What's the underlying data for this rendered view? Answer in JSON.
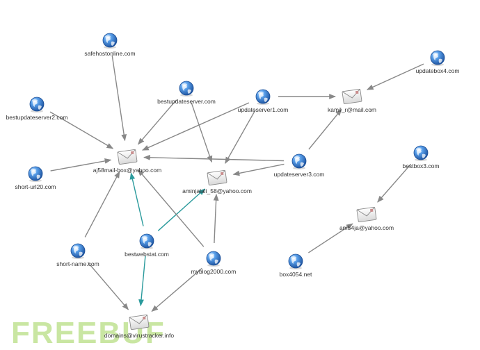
{
  "colors": {
    "edge_default": "#888888",
    "edge_highlight": "#2a9a9c",
    "globe": "#2f78d0",
    "watermark": "#c9e6a2"
  },
  "watermark": "FREEBUF",
  "nodes": [
    {
      "id": "safehostonline",
      "label": "safehostonline.com",
      "kind": "domain"
    },
    {
      "id": "updatebox4",
      "label": "updatebox4.com",
      "kind": "domain"
    },
    {
      "id": "bestupdateserver2",
      "label": "bestupdateserver2.com",
      "kind": "domain"
    },
    {
      "id": "bestupdateserver",
      "label": "bestupdateserver.com",
      "kind": "domain"
    },
    {
      "id": "updateserver1",
      "label": "updateserver1.com",
      "kind": "domain"
    },
    {
      "id": "kamil",
      "label": "kamil_r@mail.com",
      "kind": "email"
    },
    {
      "id": "aj58",
      "label": "aj58mail-box@yahoo.com",
      "kind": "email"
    },
    {
      "id": "shorturl20",
      "label": "short-url20.com",
      "kind": "domain"
    },
    {
      "id": "updateserver3",
      "label": "updateserver3.com",
      "kind": "domain"
    },
    {
      "id": "bestbox3",
      "label": "bestbox3.com",
      "kind": "domain"
    },
    {
      "id": "aminjalali",
      "label": "aminjalali_58@yahoo.com",
      "kind": "email"
    },
    {
      "id": "am54ja",
      "label": "am54ja@yahoo.com",
      "kind": "email"
    },
    {
      "id": "shortname",
      "label": "short-name.com",
      "kind": "domain"
    },
    {
      "id": "bestwebstat",
      "label": "bestwebstat.com",
      "kind": "domain"
    },
    {
      "id": "myblog2000",
      "label": "myblog2000.com",
      "kind": "domain"
    },
    {
      "id": "box4054",
      "label": "box4054.net",
      "kind": "domain"
    },
    {
      "id": "domains",
      "label": "domains@virustracker.info",
      "kind": "email"
    }
  ],
  "edges": [
    {
      "from": "safehostonline",
      "to": "aj58",
      "highlight": false
    },
    {
      "from": "bestupdateserver2",
      "to": "aj58",
      "highlight": false
    },
    {
      "from": "bestupdateserver",
      "to": "aj58",
      "highlight": false
    },
    {
      "from": "bestupdateserver",
      "to": "aminjalali",
      "highlight": false
    },
    {
      "from": "updateserver1",
      "to": "aj58",
      "highlight": false
    },
    {
      "from": "updateserver1",
      "to": "aminjalali",
      "highlight": false
    },
    {
      "from": "updateserver1",
      "to": "kamil",
      "highlight": false
    },
    {
      "from": "updatebox4",
      "to": "kamil",
      "highlight": false
    },
    {
      "from": "updateserver3",
      "to": "kamil",
      "highlight": false
    },
    {
      "from": "updateserver3",
      "to": "aj58",
      "highlight": false
    },
    {
      "from": "updateserver3",
      "to": "aminjalali",
      "highlight": false
    },
    {
      "from": "shorturl20",
      "to": "aj58",
      "highlight": false
    },
    {
      "from": "shortname",
      "to": "aj58",
      "highlight": false
    },
    {
      "from": "shortname",
      "to": "domains",
      "highlight": false
    },
    {
      "from": "bestwebstat",
      "to": "aj58",
      "highlight": true
    },
    {
      "from": "bestwebstat",
      "to": "aminjalali",
      "highlight": true
    },
    {
      "from": "bestwebstat",
      "to": "domains",
      "highlight": true
    },
    {
      "from": "myblog2000",
      "to": "aj58",
      "highlight": false
    },
    {
      "from": "myblog2000",
      "to": "aminjalali",
      "highlight": false
    },
    {
      "from": "myblog2000",
      "to": "domains",
      "highlight": false
    },
    {
      "from": "bestbox3",
      "to": "am54ja",
      "highlight": false
    },
    {
      "from": "box4054",
      "to": "am54ja",
      "highlight": false
    }
  ]
}
